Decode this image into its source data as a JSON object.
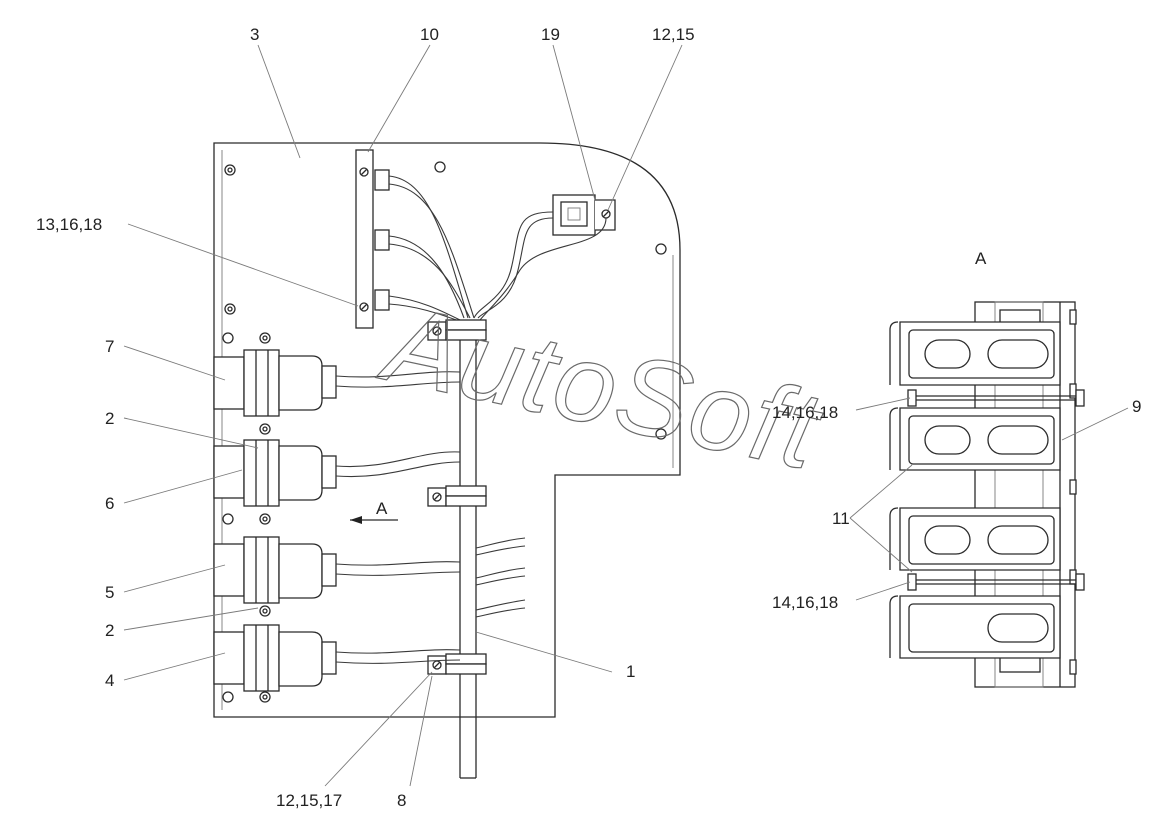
{
  "watermark": "AutoSoft",
  "view_label": "A",
  "arrow_label": "A",
  "callouts": {
    "c3": "3",
    "c10": "10",
    "c19": "19",
    "c12_15": "12,15",
    "c13_16_18": "13,16,18",
    "c7": "7",
    "c2_top": "2",
    "c6": "6",
    "c5": "5",
    "c2_bottom": "2",
    "c4": "4",
    "c1": "1",
    "c12_15_17": "12,15,17",
    "c8": "8",
    "c14_16_18_top": "14,16,18",
    "c9": "9",
    "c11": "11",
    "c14_16_18_bottom": "14,16,18"
  }
}
